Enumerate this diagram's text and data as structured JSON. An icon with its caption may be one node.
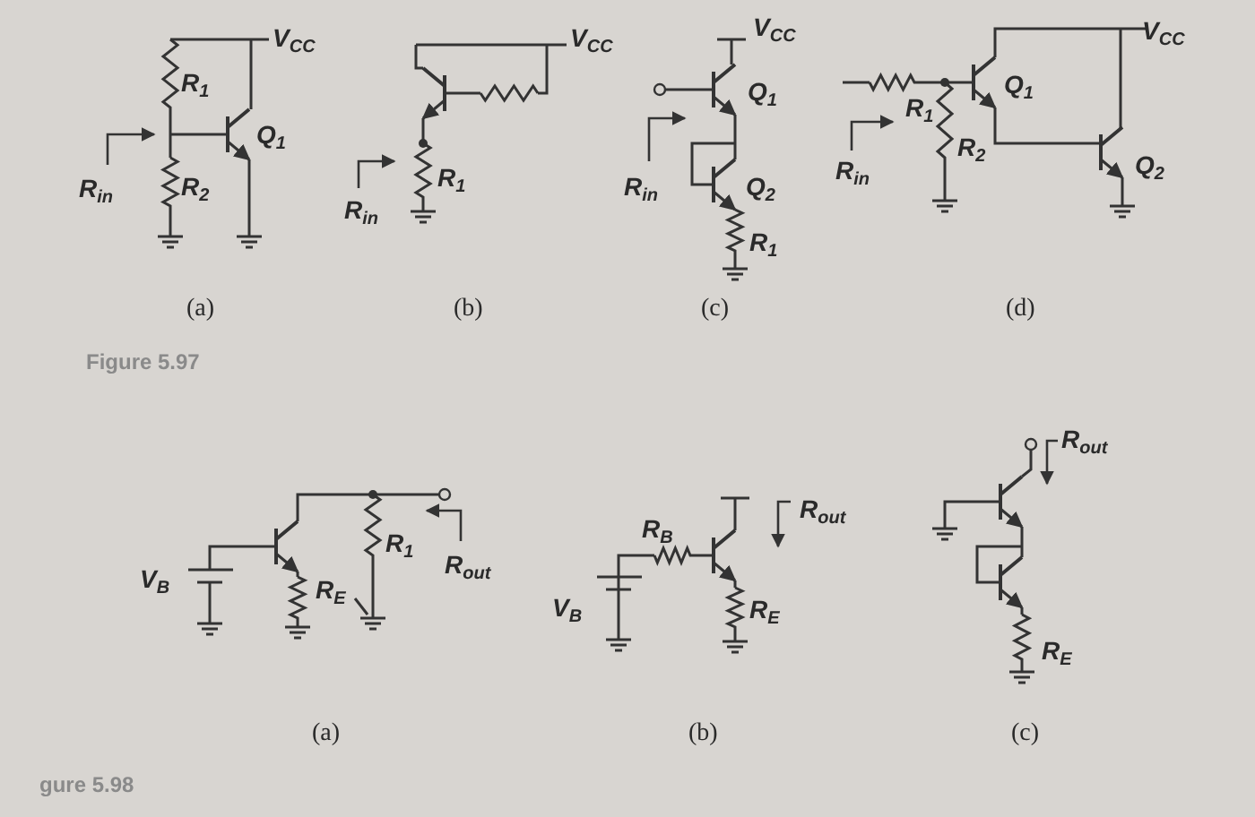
{
  "diagram": {
    "labels": [
      "V$_{CC}$",
      "R$_{1}$",
      "Q$_{1}$",
      "R$_{in}$",
      "R$_{2}$",
      "(a)",
      "V$_{CC}$",
      "R$_{1}$",
      "R$_{in}$",
      "(b)",
      "V$_{CC}$",
      "Q$_{1}$",
      "R$_{in}$",
      "Q$_{2}$",
      "R$_{1}$",
      "(c)",
      "V$_{CC}$",
      "Q$_{1}$",
      "R$_{1}$",
      "R$_{in}$",
      "R$_{2}$",
      "Q$_{2}$",
      "(d)",
      "Figure 5.97",
      "V$_{B}$",
      "R$_{E}$",
      "R$_{1}$",
      "R$_{out}$",
      "(a)",
      "R$_{B}$",
      "R$_{out}$",
      "V$_{B}$",
      "R$_{E}$",
      "(b)",
      "R$_{out}$",
      "R$_{E}$",
      "(c)",
      "gure 5.98"
    ]
  }
}
